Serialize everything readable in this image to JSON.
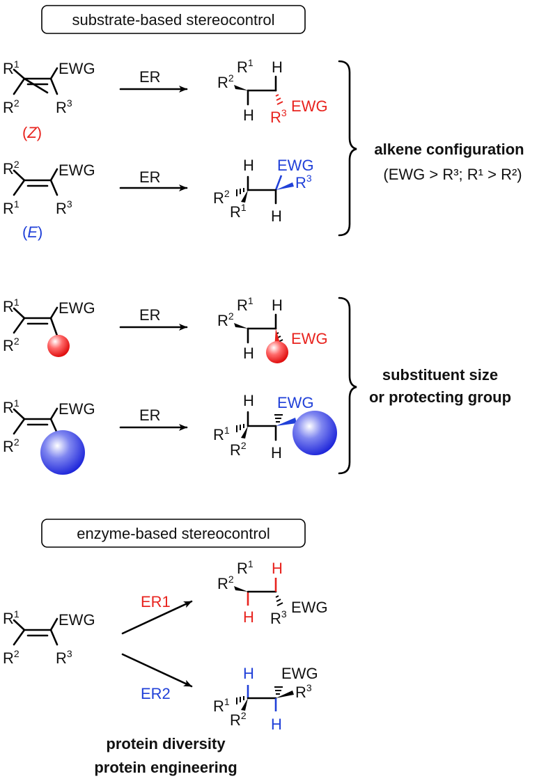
{
  "headers": {
    "substrate": "substrate-based stereocontrol",
    "enzyme": "enzyme-based stereocontrol"
  },
  "arrows": {
    "er": "ER",
    "er1": "ER1",
    "er2": "ER2"
  },
  "labels": {
    "R": "R",
    "one": "1",
    "two": "2",
    "three": "3",
    "ewg": "EWG",
    "h": "H",
    "z": "Z",
    "e": "E",
    "open": "(",
    "close": ")"
  },
  "brackets": {
    "alkene_title": "alkene configuration",
    "alkene_rule": "(EWG > R³; R¹ > R²)",
    "size_line1": "substituent size",
    "size_line2": "or protecting group"
  },
  "footer": {
    "line1": "protein diversity",
    "line2": "protein engineering"
  },
  "colors": {
    "red": "#e8231e",
    "blue": "#2040d8",
    "black": "#000000"
  }
}
